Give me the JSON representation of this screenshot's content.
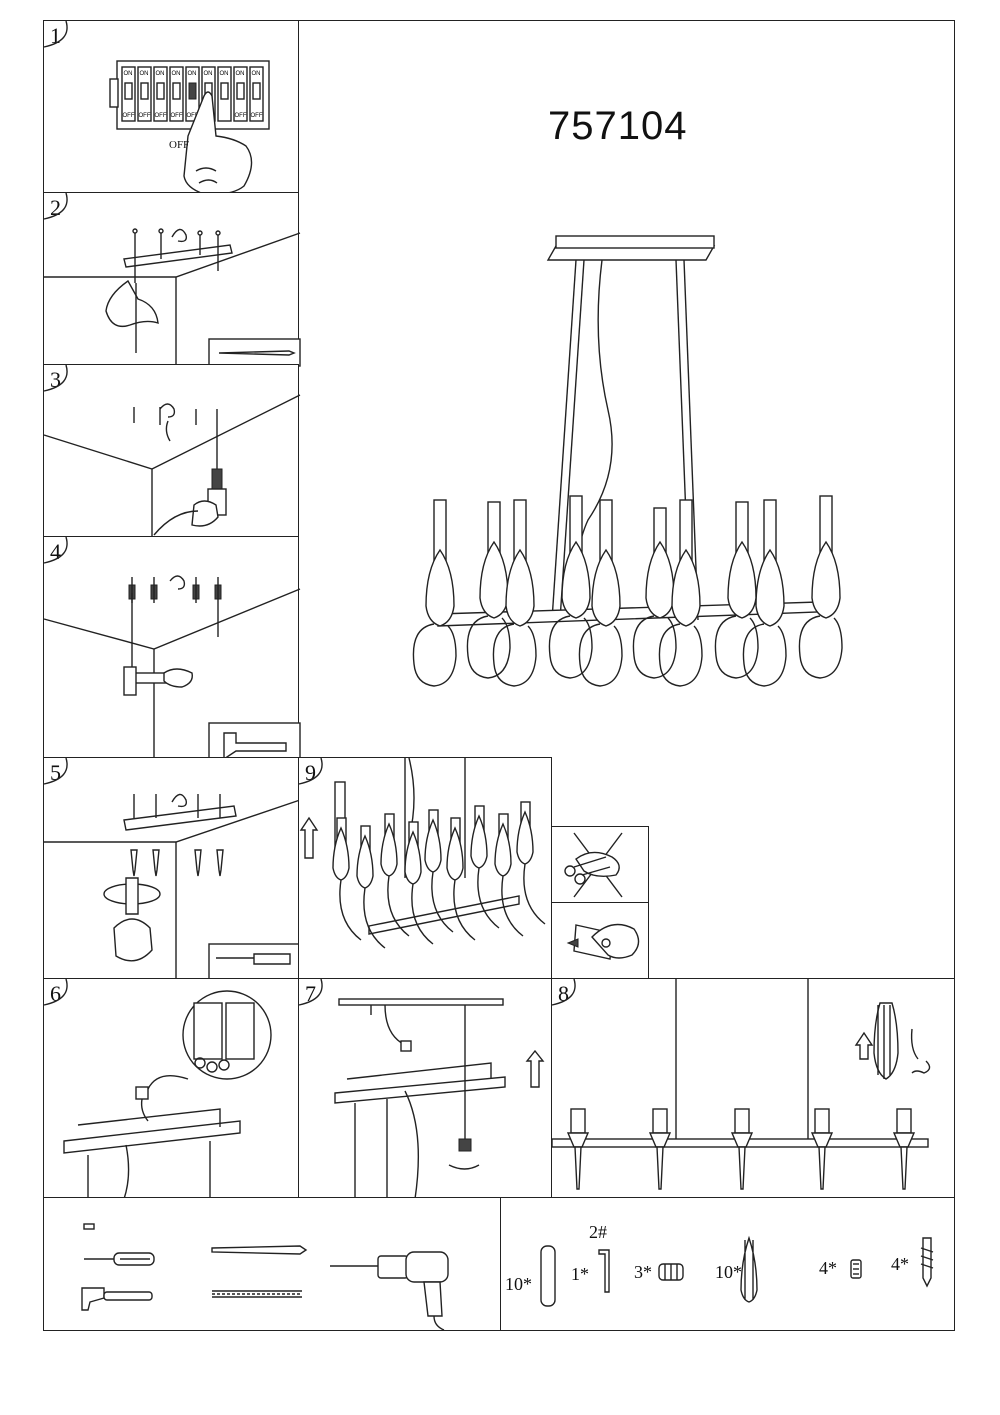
{
  "model_number": "757104",
  "steps": [
    {
      "id": "1",
      "label": "1"
    },
    {
      "id": "2",
      "label": "2"
    },
    {
      "id": "3",
      "label": "3"
    },
    {
      "id": "4",
      "label": "4"
    },
    {
      "id": "5",
      "label": "5"
    },
    {
      "id": "6",
      "label": "6"
    },
    {
      "id": "7",
      "label": "7"
    },
    {
      "id": "8",
      "label": "8"
    },
    {
      "id": "9",
      "label": "9"
    }
  ],
  "breaker": {
    "on_label": "ON",
    "off_label": "OFF",
    "caption": "OFF"
  },
  "parts": [
    {
      "qty": "10*",
      "icon": "candle-tube-icon"
    },
    {
      "qty": "1*",
      "icon": "hex-key-icon",
      "size": "2#"
    },
    {
      "qty": "3*",
      "icon": "wire-connector-icon"
    },
    {
      "qty": "10*",
      "icon": "glass-shade-icon"
    },
    {
      "qty": "4*",
      "icon": "wall-plug-icon"
    },
    {
      "qty": "4*",
      "icon": "screw-icon"
    }
  ],
  "tools": [
    "screwdriver-icon",
    "hammer-icon",
    "pencil-icon",
    "drill-bit-icon",
    "power-drill-icon",
    "bit-icon"
  ]
}
